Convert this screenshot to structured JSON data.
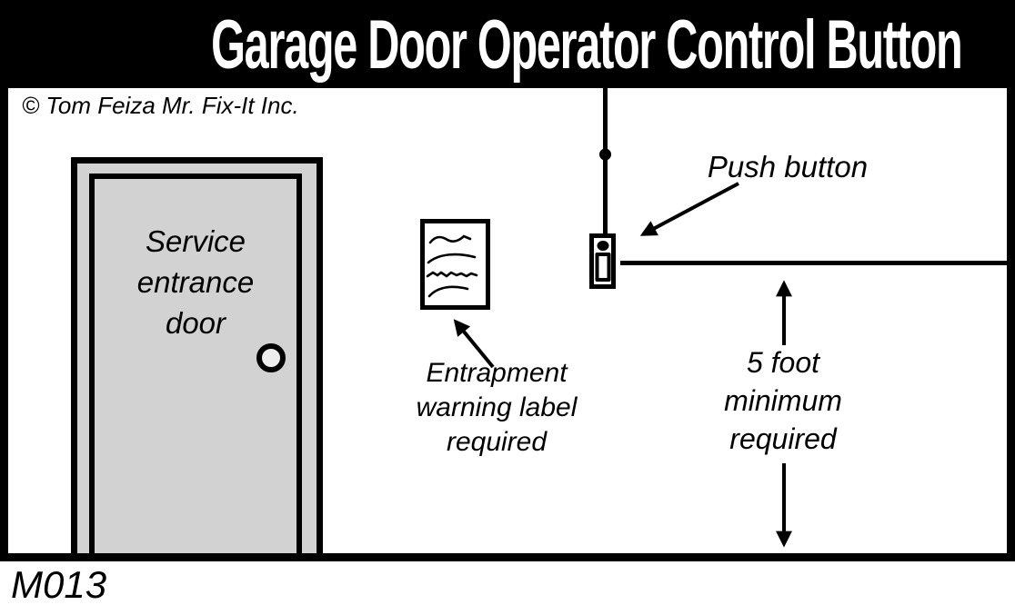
{
  "title": "Garage Door Operator Control Button",
  "copyright": "© Tom Feiza Mr. Fix-It Inc.",
  "drawing_code": "M013",
  "door": {
    "label_lines": [
      "Service",
      "entrance",
      "door"
    ]
  },
  "entrapment": {
    "lines": [
      "Entrapment",
      "warning label",
      "required"
    ]
  },
  "push_button": {
    "label": "Push button"
  },
  "clearance": {
    "lines": [
      "5 foot",
      "minimum",
      "required"
    ]
  },
  "colors": {
    "ink": "#000000",
    "paper": "#ffffff",
    "title_bg": "#000000",
    "title_fg": "#ffffff",
    "door_gray": "#d2d2d2",
    "knob_fill": "#ededed"
  }
}
